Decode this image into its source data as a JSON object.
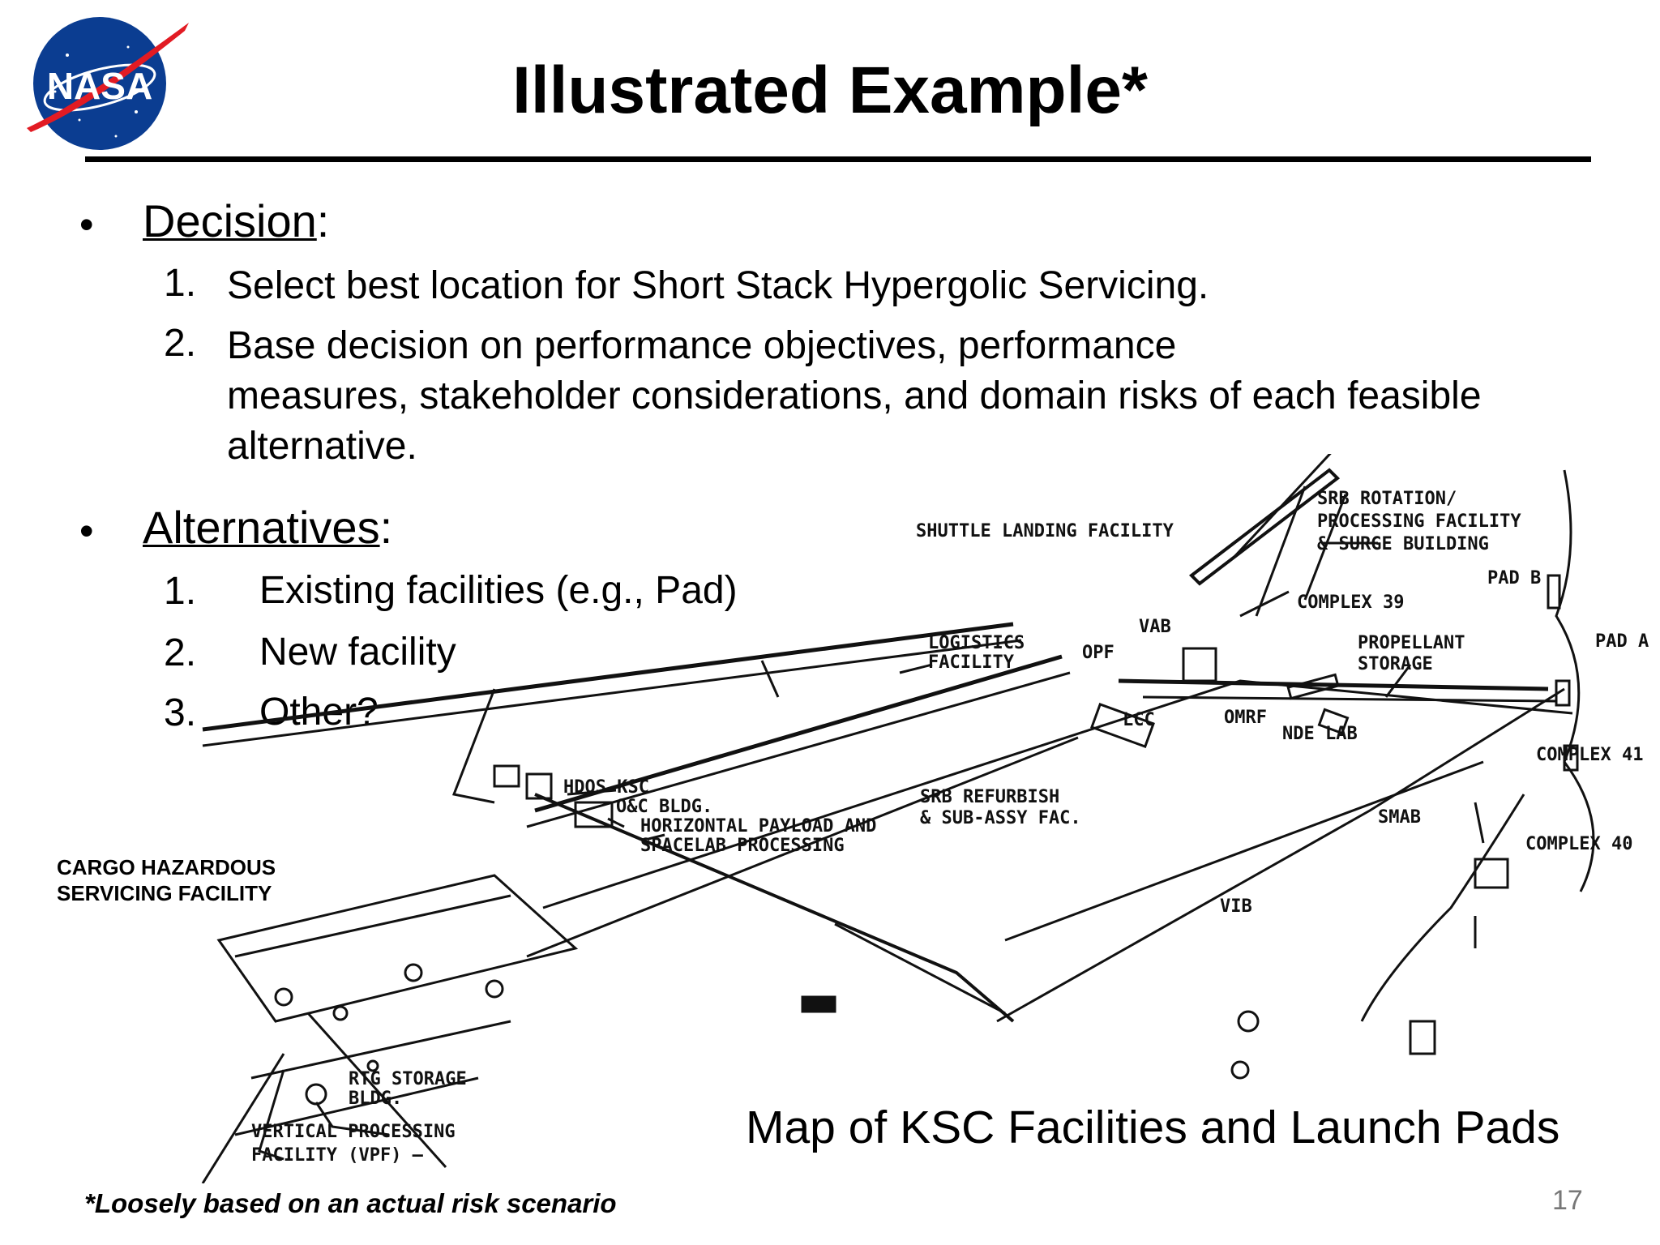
{
  "title": "Illustrated Example*",
  "logo": {
    "text": "NASA",
    "icon": "nasa-meatball-logo"
  },
  "decision": {
    "heading": "Decision",
    "items": [
      {
        "num": "1.",
        "text": "Select best location for Short Stack Hypergolic Servicing."
      },
      {
        "num": "2.",
        "lines": [
          "Base decision on performance objectives, performance",
          "measures, stakeholder considerations, and domain risks of each feasible",
          "alternative."
        ]
      }
    ]
  },
  "alternatives": {
    "heading": "Alternatives",
    "items": [
      {
        "num": "1.",
        "text": "Existing facilities (e.g., Pad)"
      },
      {
        "num": "2.",
        "text": "New facility"
      },
      {
        "num": "3.",
        "text": "Other?"
      }
    ]
  },
  "map": {
    "labels": {
      "srb_rotation": [
        "SRB ROTATION/",
        "PROCESSING FACILITY",
        "& SURGE BUILDING"
      ],
      "shuttle_landing": "SHUTTLE LANDING FACILITY",
      "pad_b": "PAD B",
      "complex_39": "COMPLEX 39",
      "vab": "VAB",
      "logistics": [
        "LOGISTICS",
        "FACILITY"
      ],
      "opf": "OPF",
      "propellant": [
        "PROPELLANT",
        "STORAGE"
      ],
      "pad_a": "PAD A",
      "lcc": "LCC",
      "omrf": "OMRF",
      "nde_lab": "NDE LAB",
      "complex_41": "COMPLEX 41",
      "hdos": "HDOS KSC",
      "oc_bldg": "O&C BLDG.",
      "horizontal": [
        "HORIZONTAL PAYLOAD AND",
        "SPACELAB PROCESSING"
      ],
      "srb_refurbish": [
        "SRB REFURBISH",
        "& SUB-ASSY FAC."
      ],
      "smab": "SMAB",
      "complex_40": "COMPLEX 40",
      "vib": "VIB",
      "rtg": [
        "RTG STORAGE",
        "BLDG."
      ],
      "vpf": [
        "VERTICAL PROCESSING",
        "FACILITY (VPF) –"
      ]
    },
    "side_label": [
      "CARGO HAZARDOUS",
      "SERVICING FACILITY"
    ]
  },
  "caption": "Map of KSC Facilities and Launch Pads",
  "footnote": "*Loosely based on an actual risk scenario",
  "page_number": "17"
}
